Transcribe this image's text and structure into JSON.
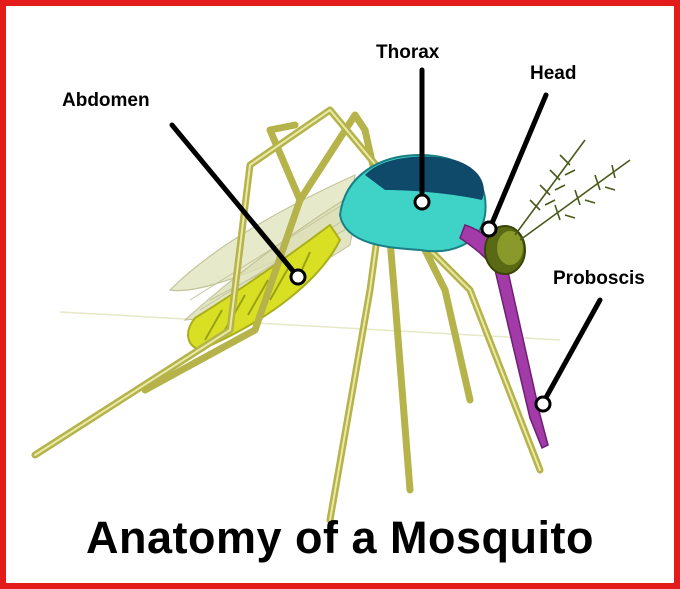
{
  "title": "Anatomy of a Mosquito",
  "labels": {
    "abdomen": "Abdomen",
    "thorax": "Thorax",
    "head": "Head",
    "proboscis": "Proboscis"
  },
  "colors": {
    "border": "#e31b1b",
    "legs": "#b5b34a",
    "abdomen": "#d9e024",
    "thorax_dark": "#0f4a6b",
    "thorax_light": "#3fd3c8",
    "head": "#8a9a2a",
    "proboscis": "#a23aa8",
    "wing": "#d9dcb0"
  }
}
